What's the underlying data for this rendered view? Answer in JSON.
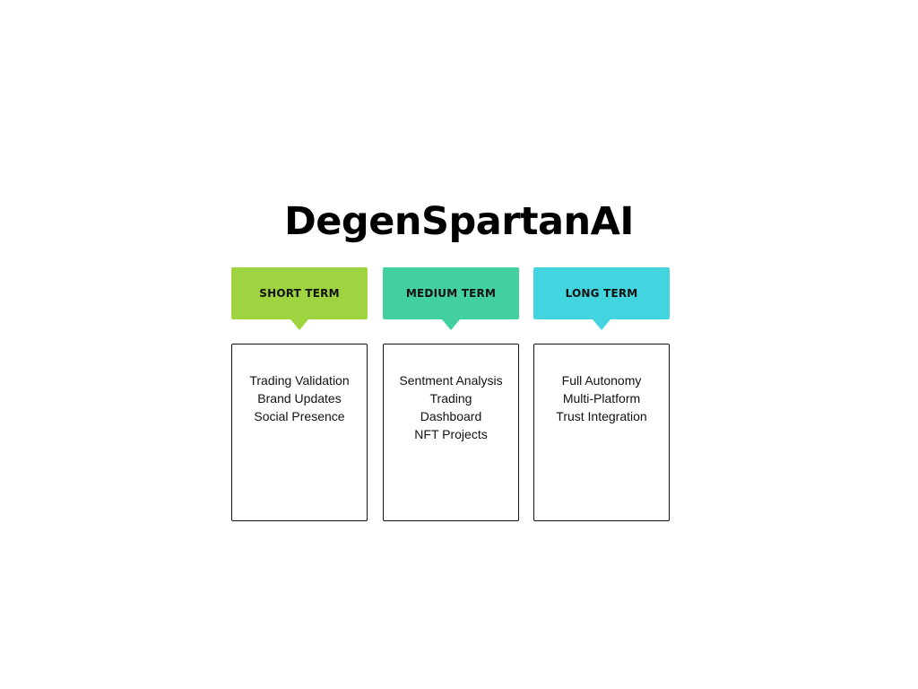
{
  "title": "DegenSpartanAI",
  "colors": {
    "short_term": "#9ed43f",
    "medium_term": "#43d0a0",
    "long_term": "#42d5e0"
  },
  "columns": [
    {
      "header": "SHORT TERM",
      "items": [
        "Trading Validation",
        "Brand Updates",
        "Social Presence"
      ]
    },
    {
      "header": "MEDIUM TERM",
      "items": [
        "Sentment Analysis",
        "Trading",
        "Dashboard",
        "NFT Projects"
      ]
    },
    {
      "header": "LONG TERM",
      "items": [
        "Full Autonomy",
        "Multi-Platform",
        "Trust Integration"
      ]
    }
  ]
}
